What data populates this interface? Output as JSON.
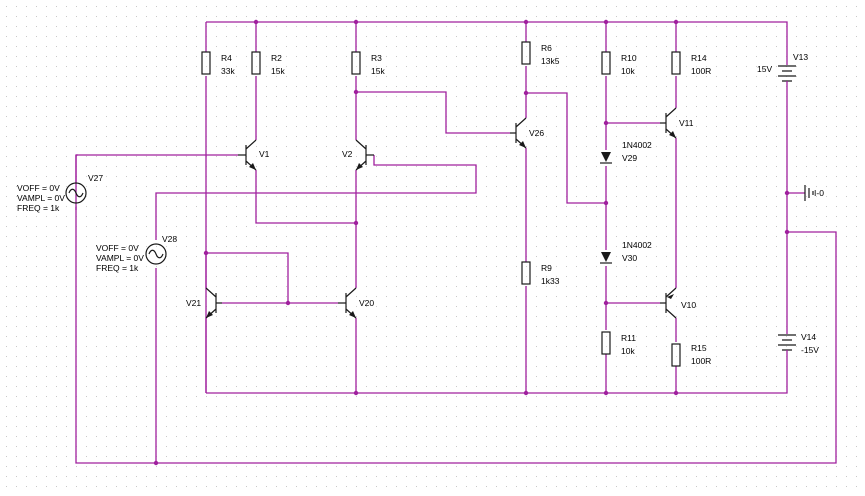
{
  "resistors": {
    "r4": {
      "ref": "R4",
      "value": "33k"
    },
    "r2": {
      "ref": "R2",
      "value": "15k"
    },
    "r3": {
      "ref": "R3",
      "value": "15k"
    },
    "r6": {
      "ref": "R6",
      "value": "13k5"
    },
    "r9": {
      "ref": "R9",
      "value": "1k33"
    },
    "r10": {
      "ref": "R10",
      "value": "10k"
    },
    "r11": {
      "ref": "R11",
      "value": "10k"
    },
    "r14": {
      "ref": "R14",
      "value": "100R"
    },
    "r15": {
      "ref": "R15",
      "value": "100R"
    }
  },
  "transistors": {
    "v1": "V1",
    "v2": "V2",
    "v20": "V20",
    "v21": "V21",
    "v26": "V26",
    "v11": "V11",
    "v10": "V10"
  },
  "diodes": {
    "v29": {
      "part": "1N4002",
      "ref": "V29"
    },
    "v30": {
      "part": "1N4002",
      "ref": "V30"
    }
  },
  "sources": {
    "v27": {
      "ref": "V27",
      "voff": "VOFF = 0V",
      "vampl": "VAMPL = 0V",
      "freq": "FREQ = 1k"
    },
    "v28": {
      "ref": "V28",
      "voff": "VOFF = 0V",
      "vampl": "VAMPL = 0V",
      "freq": "FREQ = 1k"
    },
    "v13": {
      "ref": "V13",
      "value": "15V"
    },
    "v14": {
      "ref": "V14",
      "value": "-15V"
    },
    "i0": {
      "ref": "I-0"
    }
  },
  "colors": {
    "wire": "#a0209e",
    "component": "#1a1a1a",
    "grid": "#c8c8c8",
    "background": "#ffffff"
  }
}
